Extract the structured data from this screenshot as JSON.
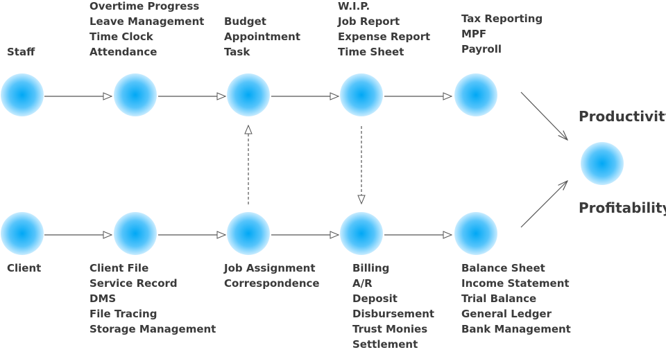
{
  "labels": {
    "staff": [
      "Staff"
    ],
    "staff_hr": [
      "Overtime Progress",
      "Leave Management",
      "Time Clock",
      "Attendance"
    ],
    "staff_planning": [
      "Budget",
      "Appointment",
      "Task"
    ],
    "staff_reporting": [
      "W.I.P.",
      "Job Report",
      "Expense Report",
      "Time Sheet"
    ],
    "staff_payroll": [
      "Tax Reporting",
      "MPF",
      "Payroll"
    ],
    "client": [
      "Client"
    ],
    "client_records": [
      "Client File",
      "Service Record",
      "DMS",
      "File Tracing",
      "Storage Management"
    ],
    "client_jobs": [
      "Job Assignment",
      "Correspondence"
    ],
    "client_billing": [
      "Billing",
      "A/R",
      "Deposit",
      "Disbursement",
      "Trust Monies",
      "Settlement"
    ],
    "client_accounting": [
      "Balance Sheet",
      "Income Statement",
      "Trial Balance",
      "General Ledger",
      "Bank Management"
    ]
  },
  "outcomes": {
    "productivity": "Productivity",
    "profitability": "Profitability"
  },
  "colors": {
    "node_center": "#00a8f5",
    "node_edge": "#c9ecff",
    "arrow": "#555555",
    "text": "#3a3a3a"
  }
}
